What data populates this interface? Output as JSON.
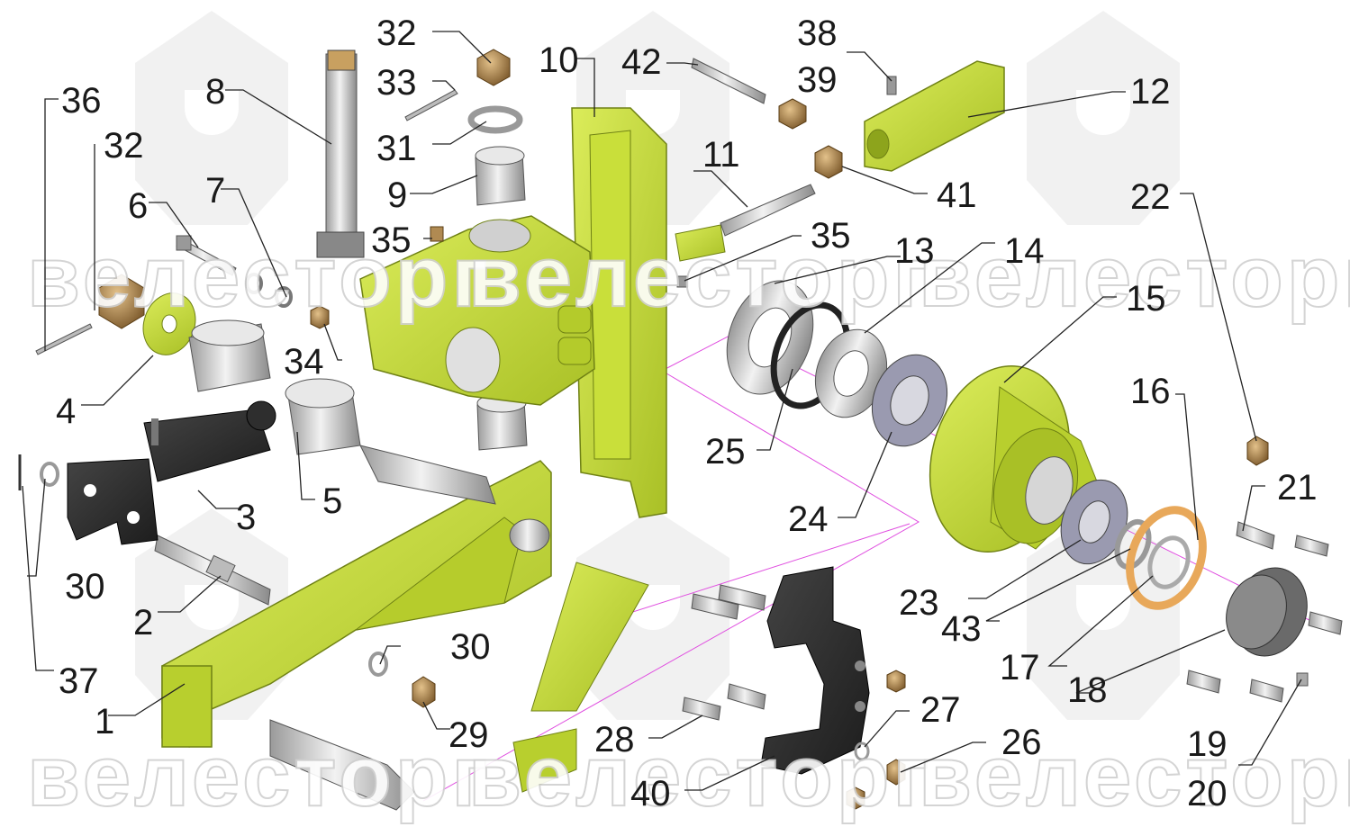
{
  "watermark": {
    "text": "велесторг"
  },
  "colors": {
    "part_lime": "#c3d935",
    "part_lime_dark": "#8da41c",
    "steel": "#c9c9c9",
    "steel_dark": "#7d7d7d",
    "black_part": "#2b2b2b",
    "bronze_nut": "#b08a52",
    "gasket": "#e8a85a",
    "axis_line": "#e04fe0"
  },
  "part_numbers": [
    {
      "id": "1",
      "label": "1"
    },
    {
      "id": "2",
      "label": "2"
    },
    {
      "id": "3",
      "label": "3"
    },
    {
      "id": "4",
      "label": "4"
    },
    {
      "id": "5",
      "label": "5"
    },
    {
      "id": "6",
      "label": "6"
    },
    {
      "id": "7",
      "label": "7"
    },
    {
      "id": "8",
      "label": "8"
    },
    {
      "id": "9",
      "label": "9"
    },
    {
      "id": "10",
      "label": "10"
    },
    {
      "id": "11",
      "label": "11"
    },
    {
      "id": "12",
      "label": "12"
    },
    {
      "id": "13",
      "label": "13"
    },
    {
      "id": "14",
      "label": "14"
    },
    {
      "id": "15",
      "label": "15"
    },
    {
      "id": "16",
      "label": "16"
    },
    {
      "id": "17",
      "label": "17"
    },
    {
      "id": "18",
      "label": "18"
    },
    {
      "id": "19",
      "label": "19"
    },
    {
      "id": "20",
      "label": "20"
    },
    {
      "id": "21",
      "label": "21"
    },
    {
      "id": "22",
      "label": "22"
    },
    {
      "id": "23",
      "label": "23"
    },
    {
      "id": "24",
      "label": "24"
    },
    {
      "id": "25",
      "label": "25"
    },
    {
      "id": "26",
      "label": "26"
    },
    {
      "id": "27",
      "label": "27"
    },
    {
      "id": "28",
      "label": "28"
    },
    {
      "id": "29",
      "label": "29"
    },
    {
      "id": "30a",
      "label": "30"
    },
    {
      "id": "30b",
      "label": "30"
    },
    {
      "id": "31",
      "label": "31"
    },
    {
      "id": "32a",
      "label": "32"
    },
    {
      "id": "32b",
      "label": "32"
    },
    {
      "id": "33",
      "label": "33"
    },
    {
      "id": "34",
      "label": "34"
    },
    {
      "id": "35a",
      "label": "35"
    },
    {
      "id": "35b",
      "label": "35"
    },
    {
      "id": "36",
      "label": "36"
    },
    {
      "id": "37",
      "label": "37"
    },
    {
      "id": "38",
      "label": "38"
    },
    {
      "id": "39",
      "label": "39"
    },
    {
      "id": "40",
      "label": "40"
    },
    {
      "id": "41",
      "label": "41"
    },
    {
      "id": "42",
      "label": "42"
    },
    {
      "id": "43",
      "label": "43"
    }
  ]
}
